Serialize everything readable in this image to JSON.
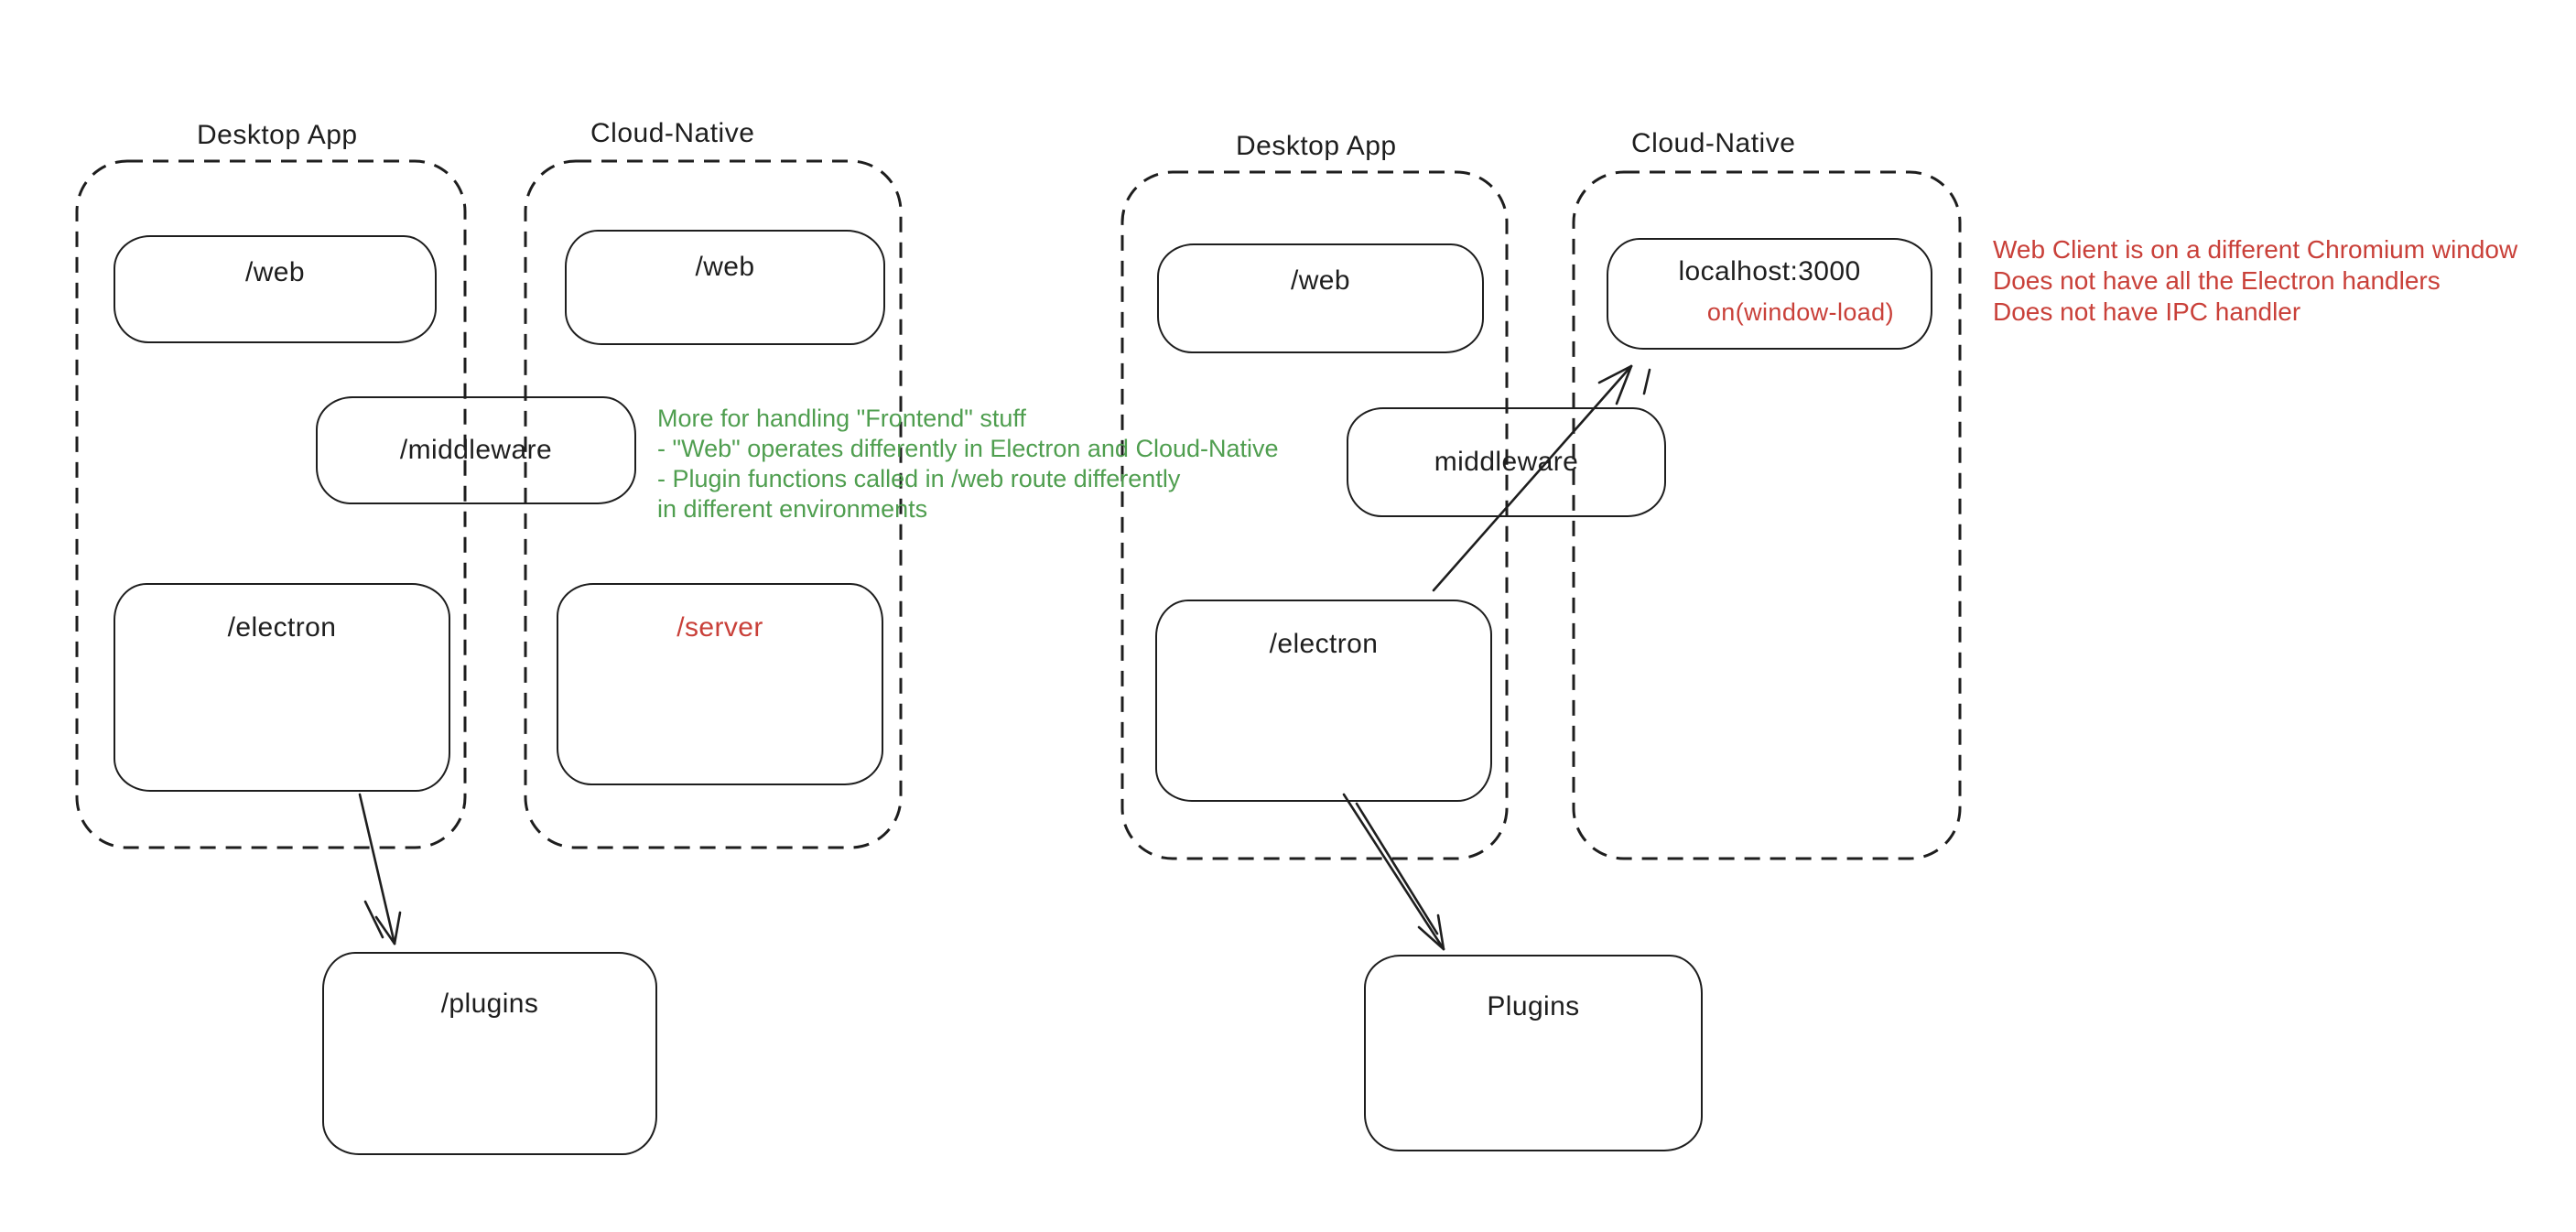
{
  "colors": {
    "ink": "#1e1e1e",
    "red": "#c94039",
    "green": "#4f9e4f",
    "canvas": "#ffffff"
  },
  "left_diagram": {
    "desktop_title": "Desktop App",
    "cloud_title": "Cloud-Native",
    "desktop_web": "/web",
    "cloud_web": "/web",
    "middleware": "/middleware",
    "electron": "/electron",
    "server": "/server",
    "plugins": "/plugins"
  },
  "right_diagram": {
    "desktop_title": "Desktop App",
    "cloud_title": "Cloud-Native",
    "web": "/web",
    "localhost": "localhost:3000",
    "window_load": "on(window-load)",
    "middleware": "middleware",
    "electron": "/electron",
    "plugins": "Plugins"
  },
  "notes": {
    "green": {
      "line1": "More for handling \"Frontend\" stuff",
      "line2": "- \"Web\" operates differently in Electron and Cloud-Native",
      "line3": "- Plugin functions called in /web route differently",
      "line4": "in different environments"
    },
    "red": {
      "line1": "Web Client is on a different Chromium window",
      "line2": "Does not have all the Electron handlers",
      "line3": "Does not have IPC handler"
    }
  }
}
